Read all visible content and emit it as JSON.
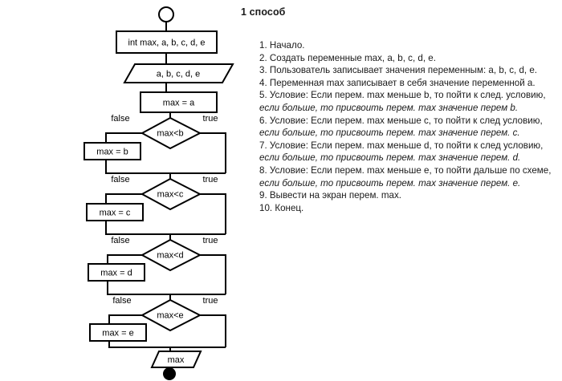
{
  "panel": {
    "title": "1 способ",
    "steps": [
      {
        "text": "1. Начало.",
        "italic": false
      },
      {
        "text": "2. Создать переменные max, a, b, c, d, e.",
        "italic": false
      },
      {
        "text": "3. Пользователь записывает значения переменным: a, b, c, d, e.",
        "italic": false
      },
      {
        "text": "4. Переменная max записывает в себя значение переменной a.",
        "italic": false
      },
      {
        "text": "5. Условие: Если перем. max меньше b, то пойти к след. условию,",
        "italic": false
      },
      {
        "text": "если больше, то присвоить перем. max значение перем b.",
        "italic": true
      },
      {
        "text": "6. Условие: Если перем. max меньше c, то пойти к след условию,",
        "italic": false
      },
      {
        "text": "если больше, то присвоить перем. max значение перем. c.",
        "italic": true
      },
      {
        "text": "7. Условие: Если перем. max меньше d, то пойти к след условию,",
        "italic": false
      },
      {
        "text": "если больше, то присвоить перем. max значение перем. d.",
        "italic": true
      },
      {
        "text": "8. Условие: Если перем. max меньше e, то пойти дальше по схеме,",
        "italic": false
      },
      {
        "text": "если больше, то присвоить перем. max значение перем. e.",
        "italic": true
      },
      {
        "text": "9. Вывести на экран перем. max.",
        "italic": false
      },
      {
        "text": "10. Конец.",
        "italic": false
      }
    ]
  },
  "flowchart": {
    "start_node": "start-circle",
    "end_node": "end-circle-filled",
    "declare_box": "int max, a, b, c, d, e",
    "input_parallelogram": "a, b, c, d, e",
    "assign_first": "max = a",
    "decisions": [
      {
        "condition": "max<b",
        "false_label": "false",
        "true_label": "true",
        "assign": "max = b"
      },
      {
        "condition": "max<c",
        "false_label": "false",
        "true_label": "true",
        "assign": "max = c"
      },
      {
        "condition": "max<d",
        "false_label": "false",
        "true_label": "true",
        "assign": "max = d"
      },
      {
        "condition": "max<e",
        "false_label": "false",
        "true_label": "true",
        "assign": "max = e"
      }
    ],
    "output_parallelogram": "max",
    "colors": {
      "stroke": "#000000",
      "fill": "#ffffff",
      "text": "#000000"
    }
  }
}
